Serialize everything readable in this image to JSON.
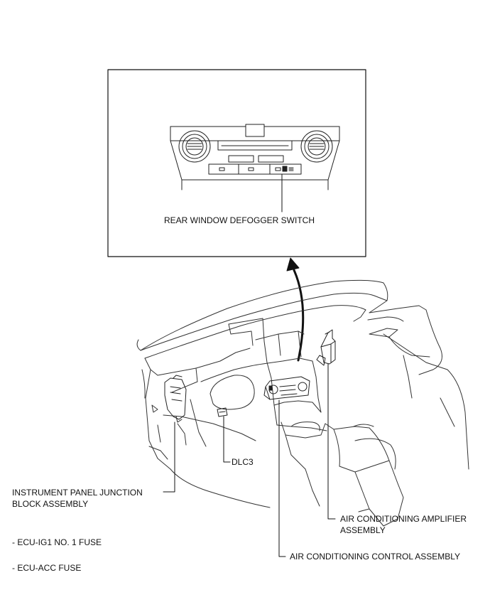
{
  "inset": {
    "switch_label": "REAR WINDOW DEFOGGER SWITCH"
  },
  "labels": {
    "dlc3": "DLC3",
    "junction_block_line1": "INSTRUMENT PANEL JUNCTION",
    "junction_block_line2": "BLOCK ASSEMBLY",
    "ac_amplifier_line1": "AIR CONDITIONING AMPLIFIER",
    "ac_amplifier_line2": "ASSEMBLY",
    "ac_control": "AIR CONDITIONING CONTROL ASSEMBLY",
    "fuse_1": "- ECU-IG1 NO. 1 FUSE",
    "fuse_2": "- ECU-ACC FUSE"
  }
}
